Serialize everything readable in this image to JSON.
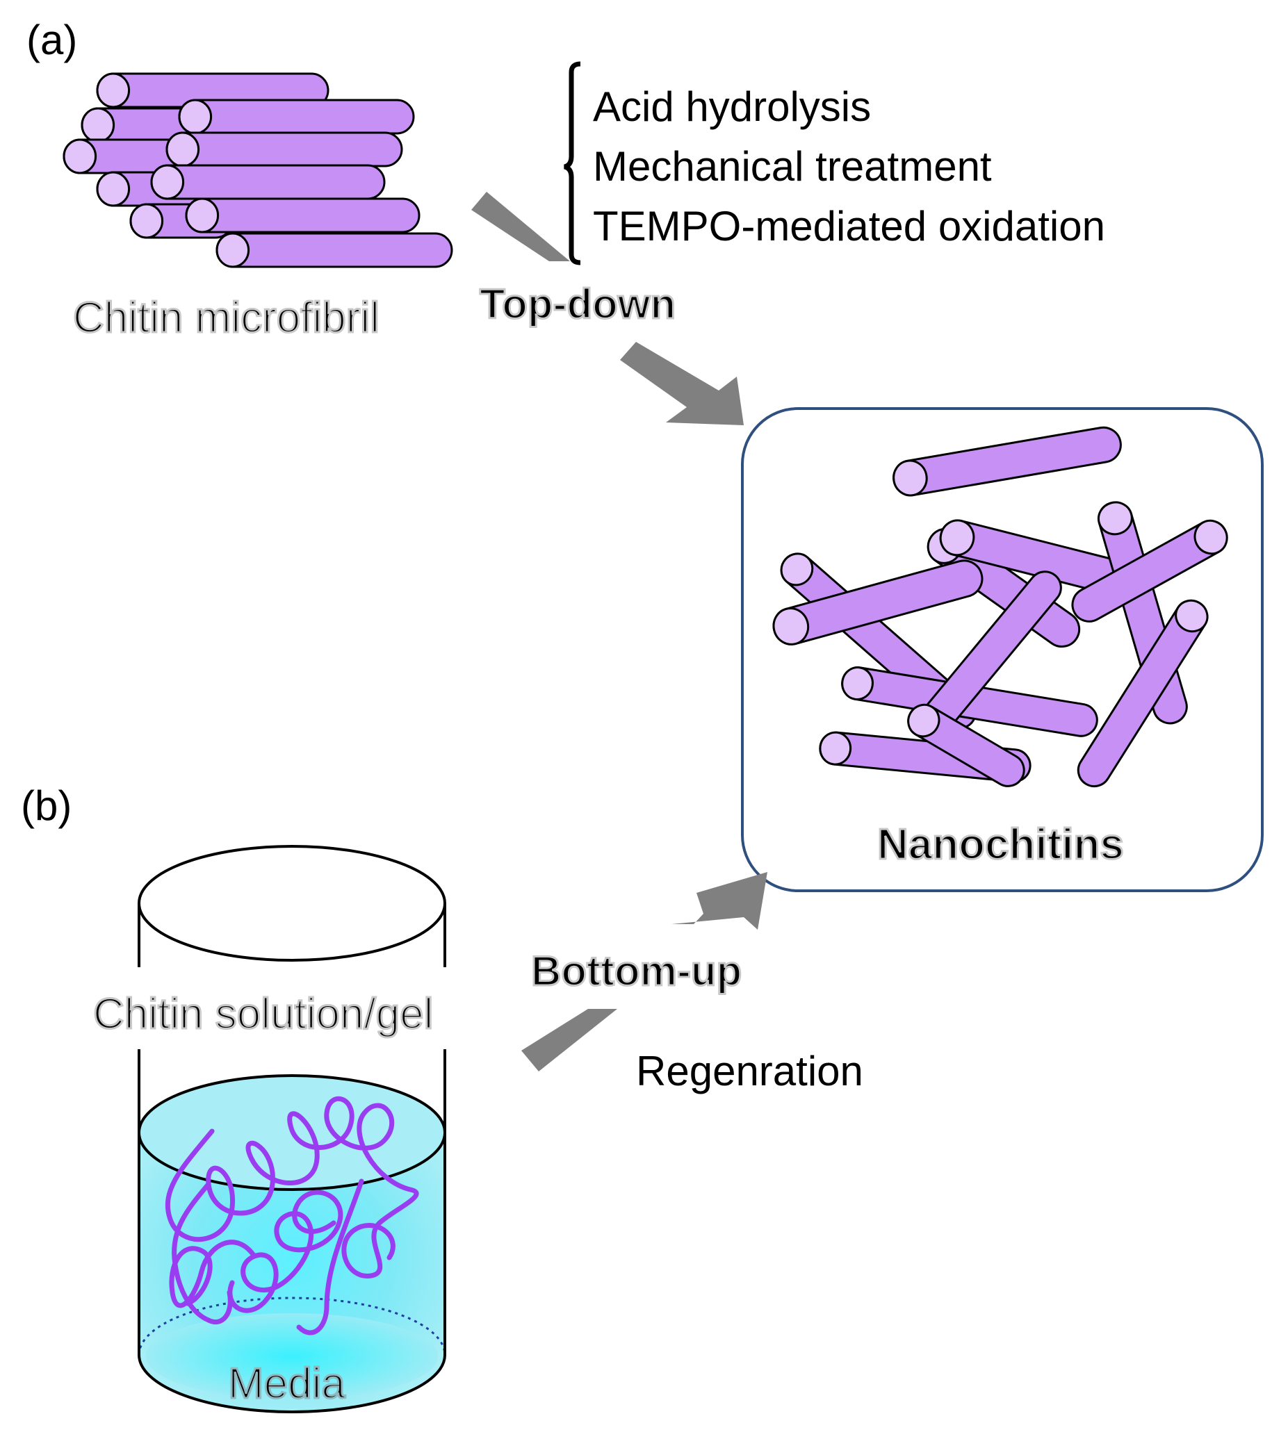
{
  "panel_a": {
    "label": "(a)",
    "microfibril_label": "Chitin microfibril",
    "methods": [
      "Acid hydrolysis",
      "Mechanical treatment",
      "TEMPO-mediated oxidation"
    ],
    "route_label": "Top-down"
  },
  "product": {
    "label": "Nanochitins"
  },
  "panel_b": {
    "label": "(b)",
    "solution_label": "Chitin solution/gel",
    "media_label": "Media",
    "route_label": "Bottom-up",
    "process_label": "Regenration"
  },
  "colors": {
    "rod_body": "#c690f4",
    "rod_end": "#e2c4fb",
    "arrow": "#7f7f7f",
    "box_border": "#2f4f7f",
    "liquid": "#8ee8f4",
    "liquid_glow": "#4ff2ff",
    "coil": "#9a3cf0"
  }
}
